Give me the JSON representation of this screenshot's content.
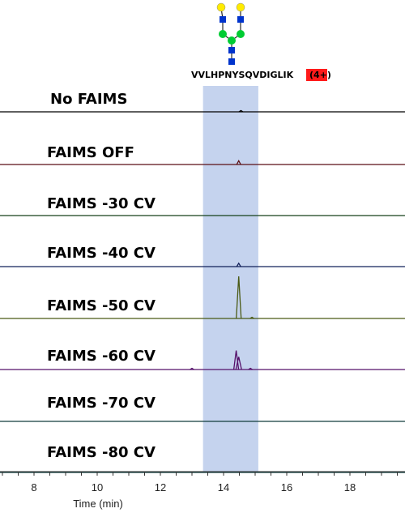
{
  "chart_data": {
    "type": "line",
    "xlabel": "Time (min)",
    "xlim": [
      6.4,
      19.8
    ],
    "xticks": [
      8,
      10,
      12,
      14,
      16,
      18
    ],
    "highlight_range": [
      13.35,
      15.1
    ],
    "highlight_color": "#c5d3ee",
    "annotation": {
      "peptide": "VVLHPNYSQVDIGLIK",
      "charge": "4+",
      "charge_color": "#ff1a1a"
    },
    "series": [
      {
        "name": "No FAIMS",
        "color": "#000000",
        "peaks": [
          {
            "x": 14.55,
            "h": 0.03
          }
        ]
      },
      {
        "name": "FAIMS OFF",
        "color": "#5a0f14",
        "peaks": [
          {
            "x": 14.48,
            "h": 0.09
          }
        ]
      },
      {
        "name": "FAIMS -30 CV",
        "color": "#16401a",
        "peaks": []
      },
      {
        "name": "FAIMS -40 CV",
        "color": "#12205a",
        "peaks": [
          {
            "x": 14.48,
            "h": 0.08
          }
        ]
      },
      {
        "name": "FAIMS -50 CV",
        "color": "#4a5a14",
        "peaks": [
          {
            "x": 14.48,
            "h": 1.0
          },
          {
            "x": 14.9,
            "h": 0.02
          }
        ]
      },
      {
        "name": "FAIMS -60 CV",
        "color": "#55106a",
        "peaks": [
          {
            "x": 14.4,
            "h": 0.45
          },
          {
            "x": 14.48,
            "h": 0.3
          },
          {
            "x": 13.0,
            "h": 0.02
          },
          {
            "x": 14.85,
            "h": 0.02
          }
        ]
      },
      {
        "name": "FAIMS -70 CV",
        "color": "#123c3c",
        "peaks": []
      },
      {
        "name": "FAIMS -80 CV",
        "color": "#123c3c",
        "peaks": []
      }
    ]
  }
}
